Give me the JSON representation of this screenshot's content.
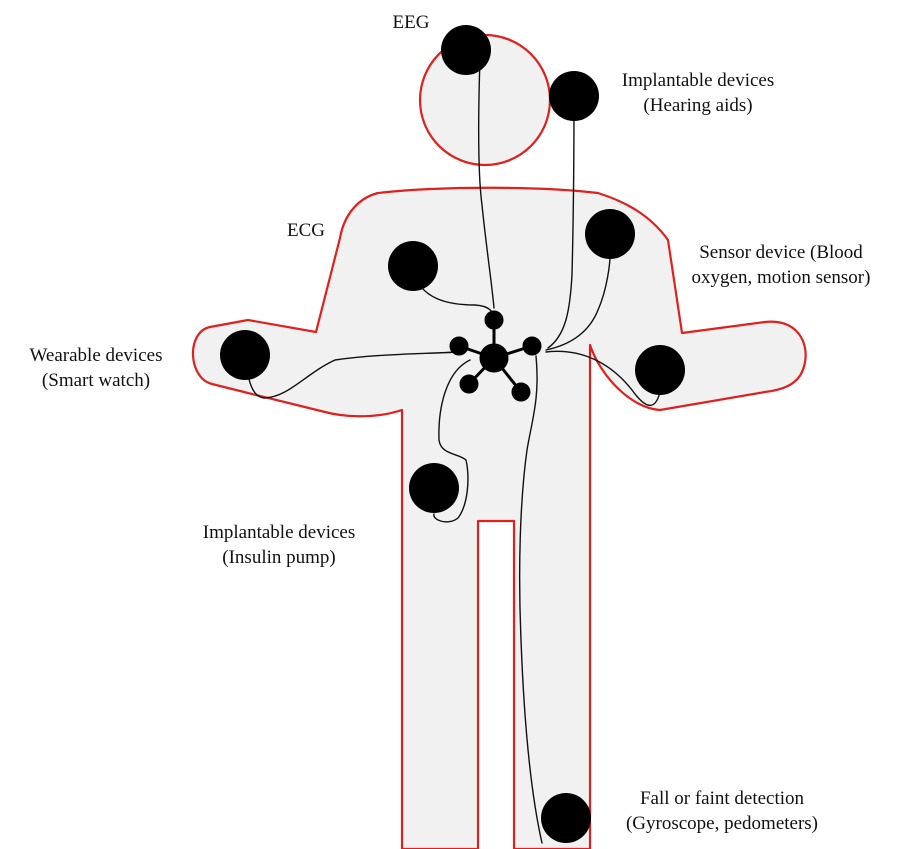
{
  "labels": {
    "eeg": "EEG",
    "hearing_aids": {
      "line1": "Implantable devices",
      "line2": "(Hearing aids)"
    },
    "ecg": "ECG",
    "sensor_device": {
      "line1": "Sensor device (Blood",
      "line2": "oxygen, motion sensor)"
    },
    "wearable_devices": {
      "line1": "Wearable devices",
      "line2": "(Smart watch)"
    },
    "insulin_pump": {
      "line1": "Implantable devices",
      "line2": "(Insulin pump)"
    },
    "fall_detection": {
      "line1": "Fall or faint detection",
      "line2": "(Gyroscope, pedometers)"
    }
  },
  "colors": {
    "body_fill": "#f1f1f1",
    "body_outline": "#e0201c",
    "sensor_dot": "#000000",
    "wire": "#111111"
  },
  "icons": {
    "hub": "star-hub-icon",
    "sensor": "sensor-dot-icon"
  }
}
